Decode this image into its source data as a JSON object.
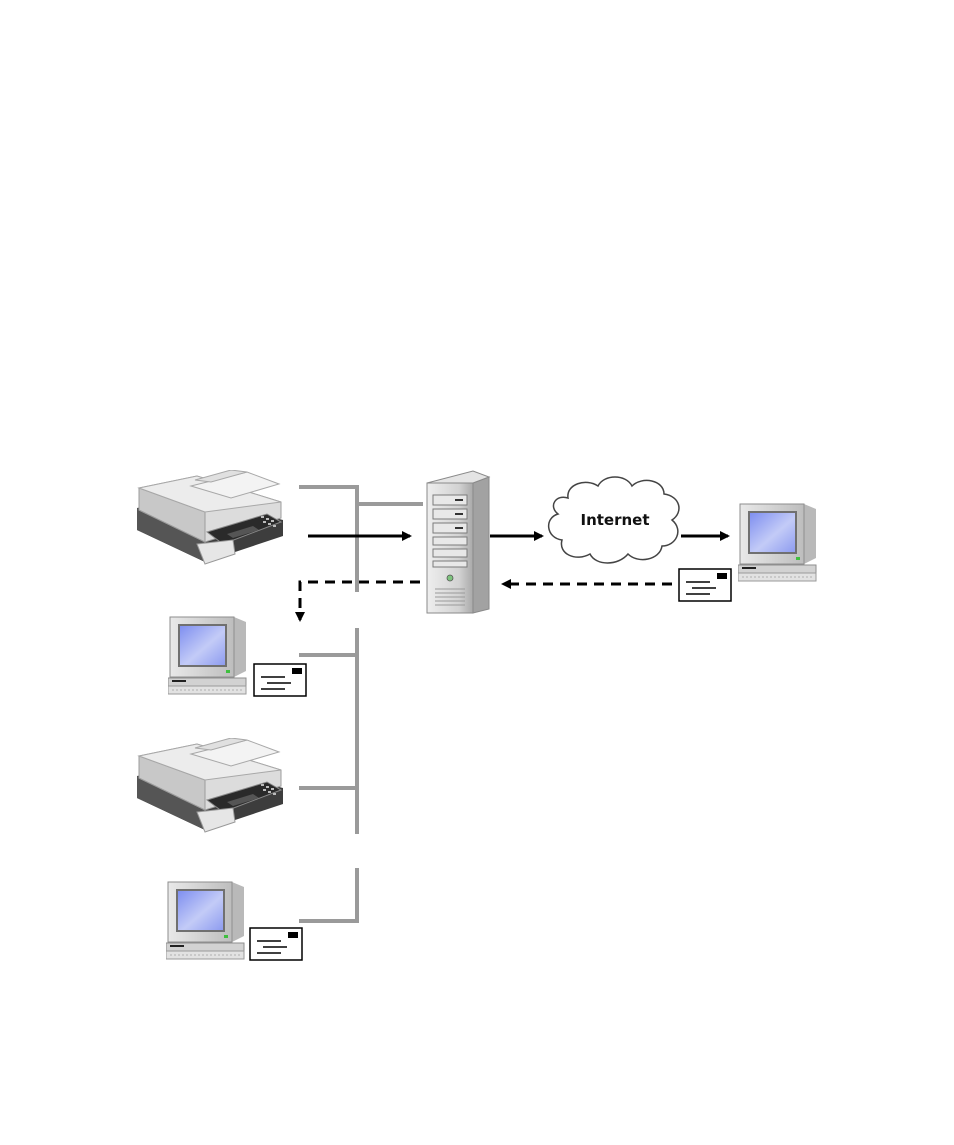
{
  "diagram": {
    "cloud_label": "Internet",
    "colors": {
      "bus_line": "#9a9a9a",
      "arrow": "#000000",
      "screen": "#a9b4f2",
      "cloud_fill": "#ffffff",
      "cloud_stroke": "#444444",
      "device_body": "#d6d6d6",
      "scanner_dark": "#3a3a3a"
    },
    "nodes": [
      {
        "id": "scanner-top",
        "kind": "scanner-icon"
      },
      {
        "id": "mail-server",
        "kind": "server-tower-icon"
      },
      {
        "id": "internet",
        "kind": "cloud-icon"
      },
      {
        "id": "remote-pc",
        "kind": "computer-icon",
        "mail": "envelope-icon"
      },
      {
        "id": "local-pc-1",
        "kind": "computer-icon",
        "mail": "envelope-icon"
      },
      {
        "id": "scanner-bottom",
        "kind": "scanner-icon"
      },
      {
        "id": "local-pc-2",
        "kind": "computer-icon",
        "mail": "envelope-icon"
      }
    ],
    "flows": [
      {
        "from": "scanner-top",
        "to": "mail-server",
        "style": "solid"
      },
      {
        "from": "mail-server",
        "to": "internet",
        "style": "solid"
      },
      {
        "from": "internet",
        "to": "remote-pc",
        "style": "solid"
      },
      {
        "from": "remote-pc",
        "to": "mail-server",
        "style": "dashed"
      },
      {
        "from": "mail-server",
        "to": "local-pc-1",
        "style": "dashed"
      }
    ]
  }
}
